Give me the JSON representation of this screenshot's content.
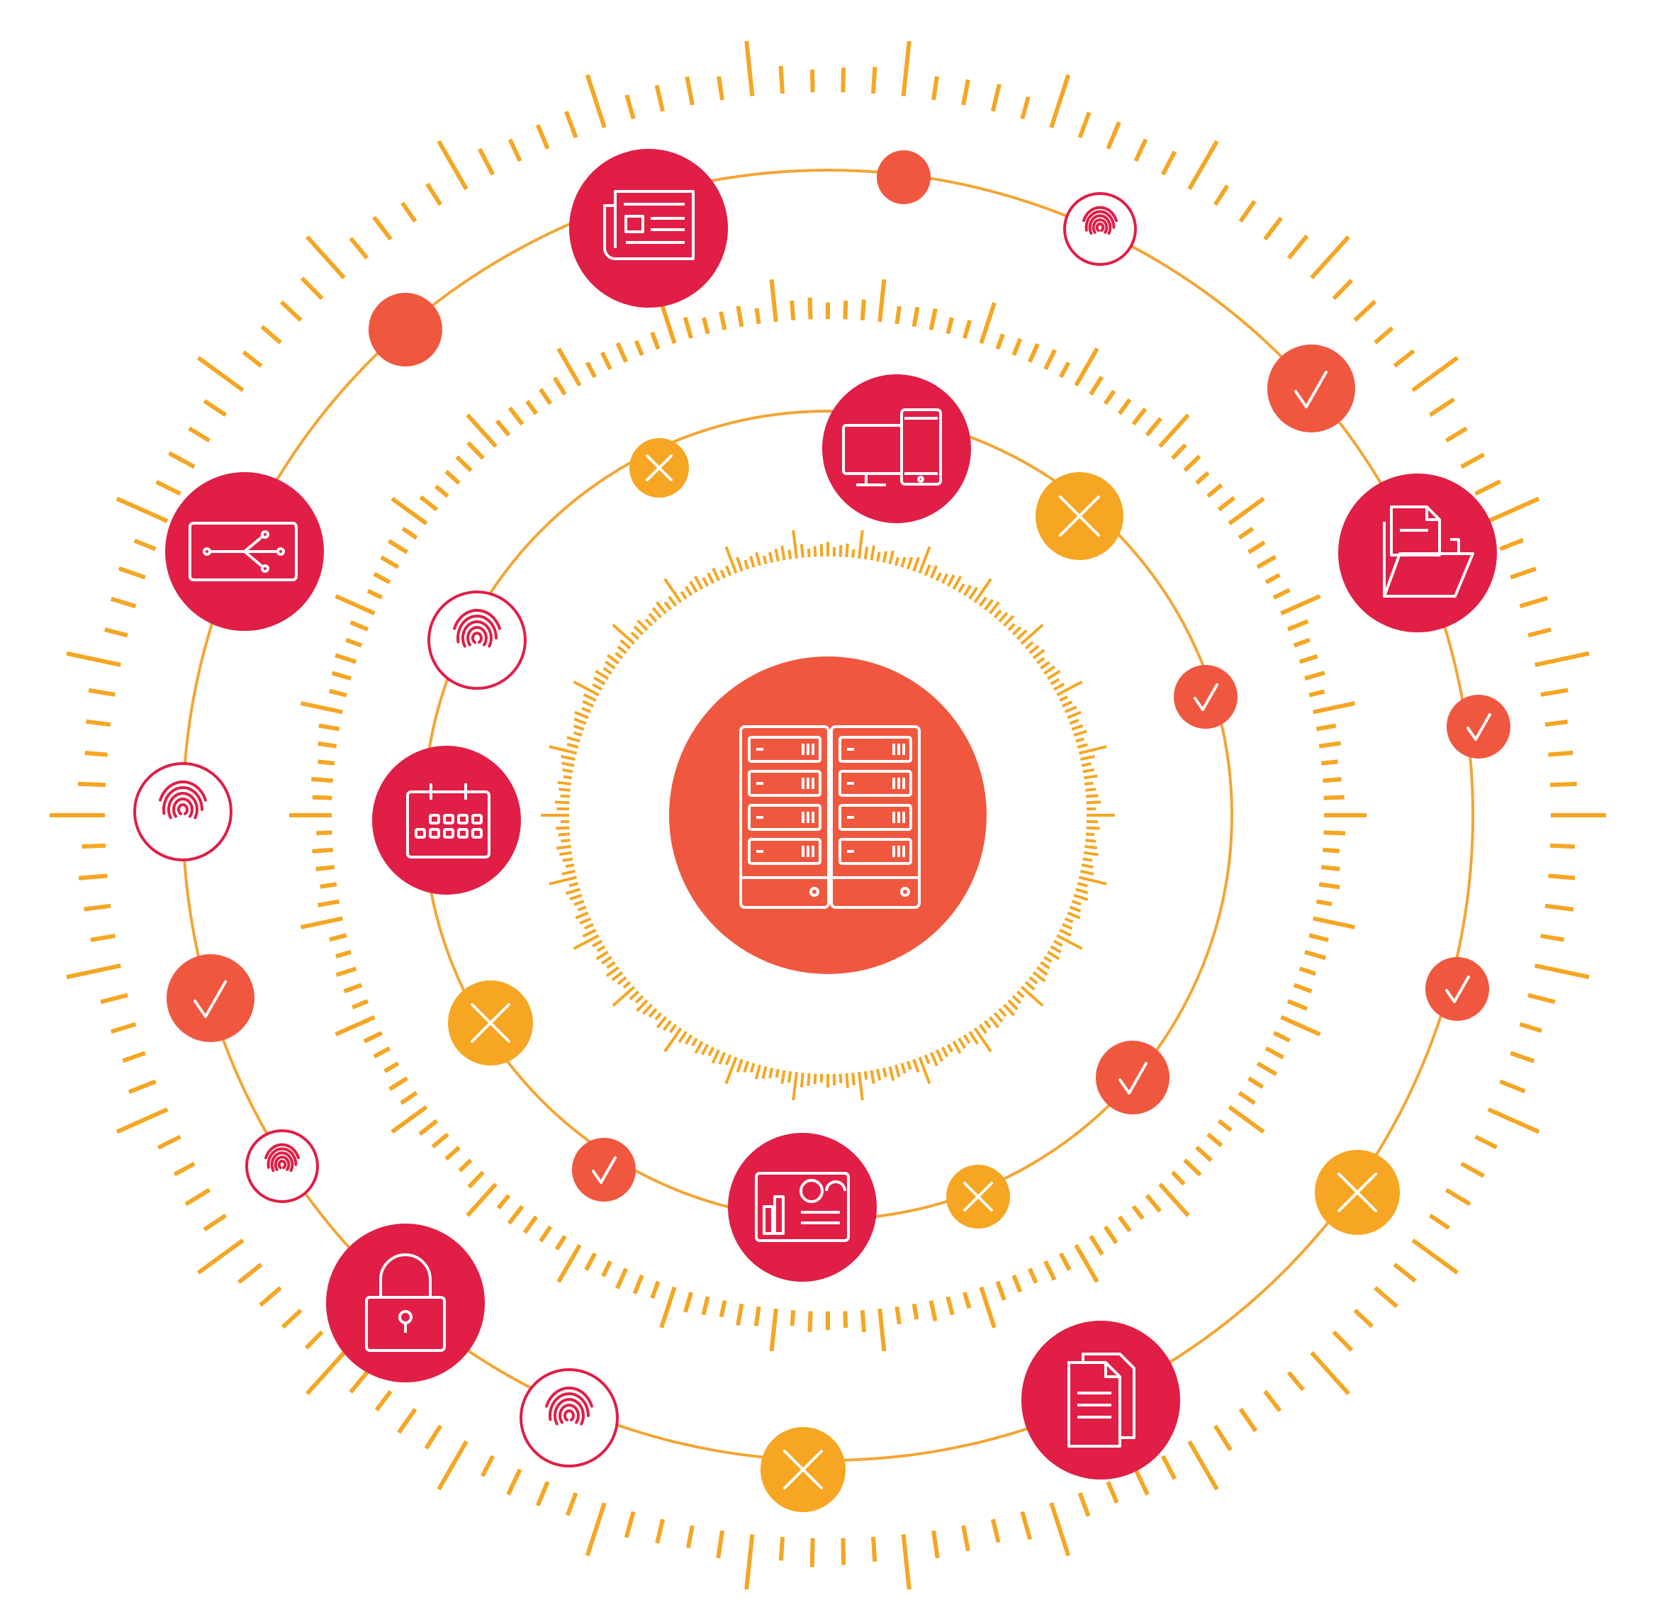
{
  "diagram": {
    "type": "concentric-network-rings",
    "center_icon": "server-rack-icon",
    "rings": [
      {
        "name": "inner-ring",
        "nodes": [
          {
            "icon": "devices-icon",
            "kind": "primary"
          },
          {
            "icon": "cross-icon",
            "kind": "cross"
          },
          {
            "icon": "check-icon",
            "kind": "check"
          },
          {
            "icon": "check-icon",
            "kind": "check"
          },
          {
            "icon": "cross-icon",
            "kind": "cross"
          },
          {
            "icon": "dashboard-card-icon",
            "kind": "primary"
          },
          {
            "icon": "check-icon",
            "kind": "check"
          },
          {
            "icon": "cross-icon",
            "kind": "cross"
          },
          {
            "icon": "calendar-icon",
            "kind": "primary"
          },
          {
            "icon": "fingerprint-icon",
            "kind": "fingerprint"
          },
          {
            "icon": "cross-icon",
            "kind": "cross"
          }
        ]
      },
      {
        "name": "outer-ring",
        "nodes": [
          {
            "icon": "dot-icon",
            "kind": "dot"
          },
          {
            "icon": "fingerprint-icon",
            "kind": "fingerprint"
          },
          {
            "icon": "check-icon",
            "kind": "check"
          },
          {
            "icon": "folder-icon",
            "kind": "primary"
          },
          {
            "icon": "check-icon",
            "kind": "check"
          },
          {
            "icon": "check-icon",
            "kind": "check"
          },
          {
            "icon": "cross-icon",
            "kind": "cross"
          },
          {
            "icon": "documents-icon",
            "kind": "primary"
          },
          {
            "icon": "cross-icon",
            "kind": "cross"
          },
          {
            "icon": "fingerprint-icon",
            "kind": "fingerprint"
          },
          {
            "icon": "lock-icon",
            "kind": "primary"
          },
          {
            "icon": "fingerprint-icon",
            "kind": "fingerprint"
          },
          {
            "icon": "check-icon",
            "kind": "check"
          },
          {
            "icon": "fingerprint-icon",
            "kind": "fingerprint"
          },
          {
            "icon": "share-card-icon",
            "kind": "primary"
          },
          {
            "icon": "dot-icon",
            "kind": "dot"
          },
          {
            "icon": "newspaper-icon",
            "kind": "primary"
          }
        ]
      }
    ],
    "colors": {
      "primary": "#E01E46",
      "accent": "#F0573F",
      "ring": "#F3A534",
      "tick": "#F5A623",
      "cross": "#F6A623",
      "white": "#FFFFFF"
    }
  }
}
